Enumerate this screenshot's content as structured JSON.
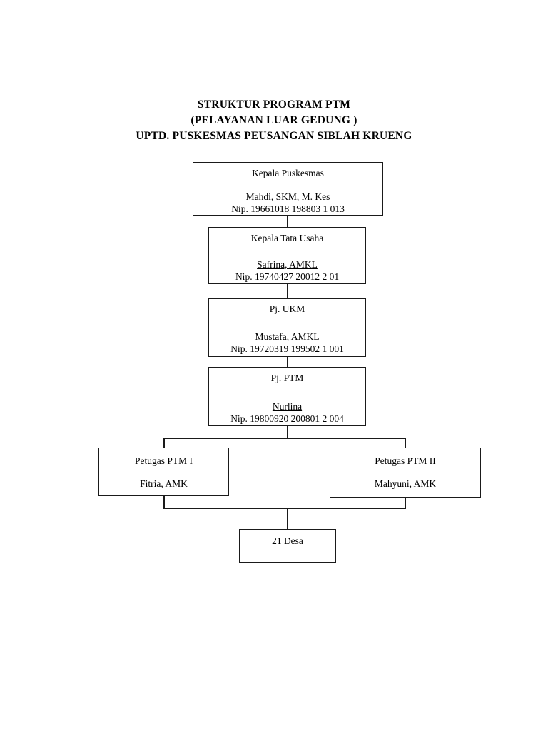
{
  "title": {
    "line1": "STRUKTUR PROGRAM PTM",
    "line2": "(PELAYANAN LUAR GEDUNG )",
    "line3": "UPTD. PUSKESMAS PEUSANGAN SIBLAH KRUENG"
  },
  "chart_data": {
    "type": "diagram",
    "subtype": "organizational-chart",
    "title": "STRUKTUR PROGRAM PTM (PELAYANAN LUAR GEDUNG ) UPTD. PUSKESMAS PEUSANGAN SIBLAH KRUENG",
    "orientation": "top-down",
    "nodes": [
      {
        "id": "kepala-puskesmas",
        "role": "Kepala Puskesmas",
        "person": "Mahdi, SKM, M. Kes",
        "nip": "Nip. 19661018 198803 1 013",
        "level": 1
      },
      {
        "id": "kepala-tata-usaha",
        "role": "Kepala Tata Usaha",
        "person": "Safrina, AMKL",
        "nip": "Nip. 19740427 20012 2 01",
        "level": 2
      },
      {
        "id": "pj-ukm",
        "role": "Pj. UKM",
        "person": "Mustafa, AMKL",
        "nip": "Nip. 19720319 199502 1 001",
        "level": 3
      },
      {
        "id": "pj-ptm",
        "role": "Pj. PTM",
        "person": "Nurlina",
        "nip": "Nip. 19800920 200801 2 004",
        "level": 4
      },
      {
        "id": "petugas-ptm-1",
        "role": "Petugas PTM I",
        "person": "Fitria, AMK",
        "nip": "",
        "level": 5
      },
      {
        "id": "petugas-ptm-2",
        "role": "Petugas PTM II",
        "person": "Mahyuni, AMK",
        "nip": "",
        "level": 5
      },
      {
        "id": "desa",
        "role": "21 Desa",
        "person": "",
        "nip": "",
        "level": 6
      }
    ],
    "edges": [
      {
        "from": "kepala-puskesmas",
        "to": "kepala-tata-usaha"
      },
      {
        "from": "kepala-tata-usaha",
        "to": "pj-ukm"
      },
      {
        "from": "pj-ukm",
        "to": "pj-ptm"
      },
      {
        "from": "pj-ptm",
        "to": "petugas-ptm-1"
      },
      {
        "from": "pj-ptm",
        "to": "petugas-ptm-2"
      },
      {
        "from": "petugas-ptm-1",
        "to": "desa"
      },
      {
        "from": "petugas-ptm-2",
        "to": "desa"
      }
    ],
    "colors": {
      "background": "#ffffff",
      "box_border": "#1a1a1a",
      "box_fill": "#ffffff",
      "text": "#000000",
      "connector": "#1a1a1a"
    }
  }
}
